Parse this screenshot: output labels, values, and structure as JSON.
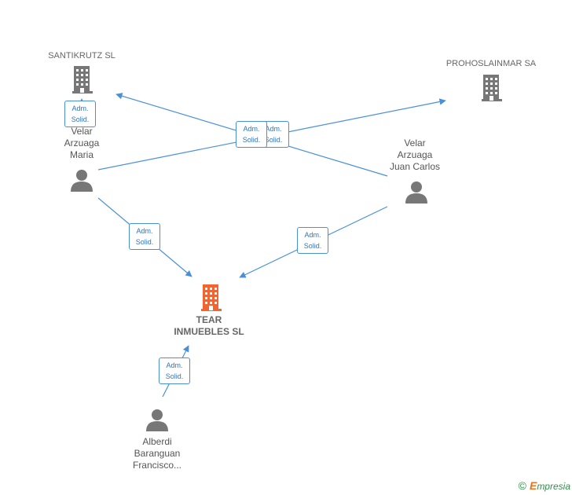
{
  "nodes": {
    "santikrutz": {
      "label": "SANTIKRUTZ SL"
    },
    "prohoslainmar": {
      "label": "PROHOSLAINMAR SA"
    },
    "velar_maria": {
      "label_lines": [
        "Velar",
        "Arzuaga",
        "Maria"
      ]
    },
    "velar_juan": {
      "label_lines": [
        "Velar",
        "Arzuaga",
        "Juan Carlos"
      ]
    },
    "tear": {
      "label_lines": [
        "TEAR",
        "INMUEBLES SL"
      ]
    },
    "alberdi": {
      "label_lines": [
        "Alberdi",
        "Baranguan",
        "Francisco..."
      ]
    }
  },
  "edge_label": {
    "line1": "Adm.",
    "line2": "Solid."
  },
  "colors": {
    "edge": "#4a90d9",
    "person": "#777777",
    "company": "#777777",
    "main_company": "#f26430"
  },
  "footer": {
    "copyright": "©",
    "brand_initial": "E",
    "brand_rest": "mpresia"
  }
}
